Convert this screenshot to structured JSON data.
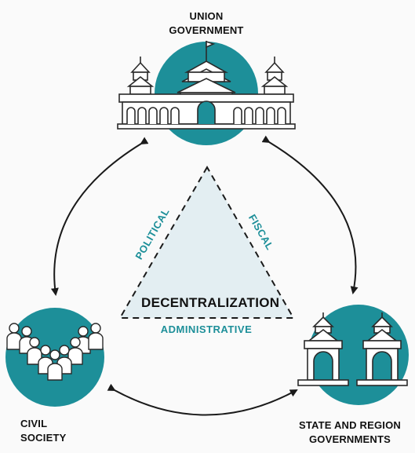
{
  "nodes": {
    "union": {
      "line1": "UNION",
      "line2": "GOVERNMENT"
    },
    "civil": {
      "line1": "CIVIL",
      "line2": "SOCIETY"
    },
    "state": {
      "line1": "STATE AND REGION",
      "line2": "GOVERNMENTS"
    }
  },
  "center": {
    "title": "DECENTRALIZATION",
    "sides": {
      "left": "POLITICAL",
      "right": "FISCAL",
      "bottom": "ADMINISTRATIVE"
    }
  },
  "colors": {
    "teal": "#1d8f99",
    "triangle_fill": "#e3eef2",
    "dark": "#1a1a1a"
  }
}
